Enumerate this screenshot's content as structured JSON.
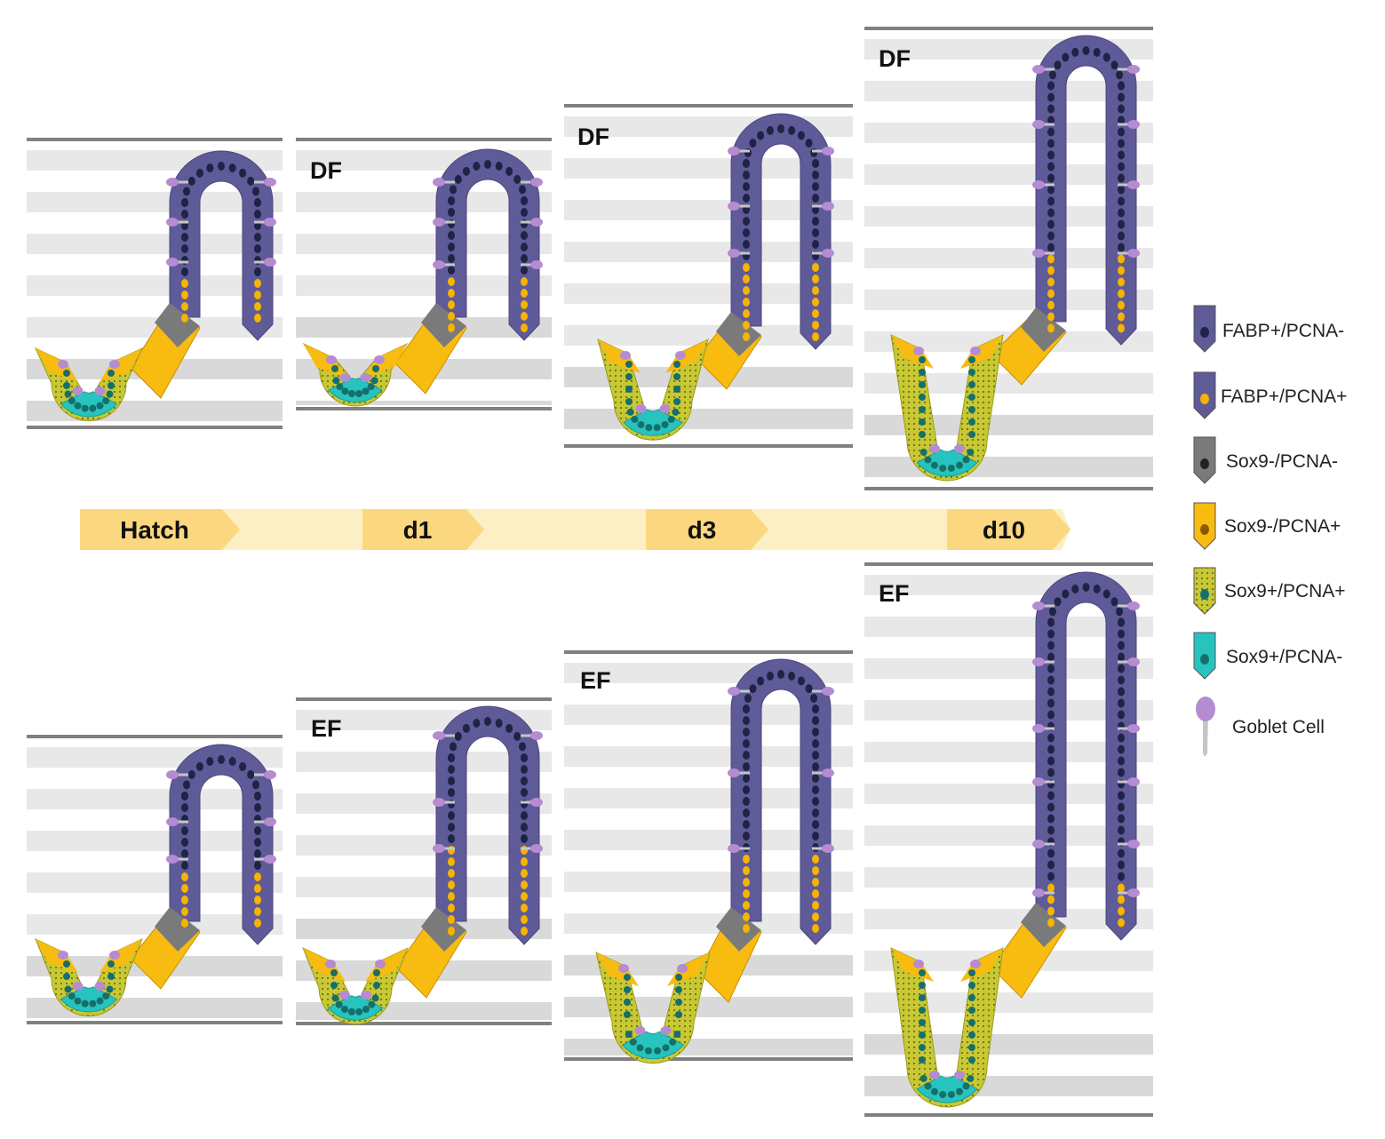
{
  "colors": {
    "fabp": "#5f5a98",
    "fabp_nucleus": "#1f2346",
    "pcna_nucleus": "#f5b400",
    "sox9neg_pcnaneg": "#7a7a7a",
    "sox9neg_pcnapos": "#f8bb10",
    "sox9pos_pcnapos": "#c6c631",
    "sox9pos_nucleus": "#156f6a",
    "sox9pos_pcnaneg": "#27c4bf",
    "goblet": "#b58bd2",
    "goblet_stalk": "#c6c6c6",
    "stripe": "#e8e8e8",
    "stripe_dark": "#d9d9d9",
    "rule": "#808080",
    "timeline": "#fdefc4",
    "timeline_chevron": "#fbd87f"
  },
  "timeline": {
    "stages": [
      {
        "label": "Hatch"
      },
      {
        "label": "d1"
      },
      {
        "label": "d3"
      },
      {
        "label": "d10"
      }
    ]
  },
  "panels": [
    {
      "id": "df-hatch",
      "label": ""
    },
    {
      "id": "df-d1",
      "label": "DF"
    },
    {
      "id": "df-d3",
      "label": "DF"
    },
    {
      "id": "df-d10",
      "label": "DF"
    },
    {
      "id": "ef-hatch",
      "label": ""
    },
    {
      "id": "ef-d1",
      "label": "EF"
    },
    {
      "id": "ef-d3",
      "label": "EF"
    },
    {
      "id": "ef-d10",
      "label": "EF"
    }
  ],
  "legend": {
    "items": [
      {
        "key": "fabp-pcnaneg",
        "label": "FABP+/PCNA-"
      },
      {
        "key": "fabp-pcnapos",
        "label": "FABP+/PCNA+"
      },
      {
        "key": "sox9neg-pcnaneg",
        "label": "Sox9-/PCNA-"
      },
      {
        "key": "sox9neg-pcnapos",
        "label": "Sox9-/PCNA+"
      },
      {
        "key": "sox9pos-pcnapos",
        "label": "Sox9+/PCNA+"
      },
      {
        "key": "sox9pos-pcnaneg",
        "label": "Sox9+/PCNA-"
      },
      {
        "key": "goblet",
        "label": "Goblet Cell"
      }
    ]
  }
}
